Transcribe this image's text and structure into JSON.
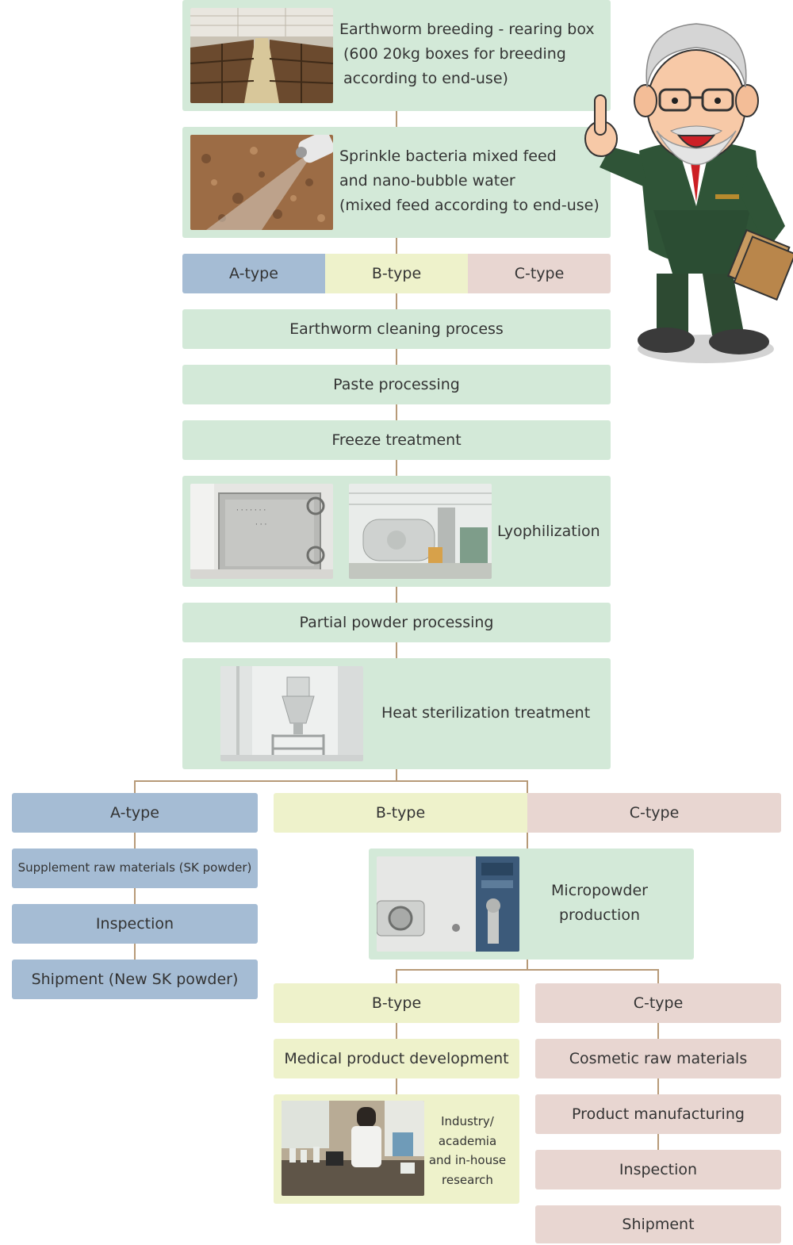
{
  "colors": {
    "process_green": "#d3e9d8",
    "a_type_blue": "#a5bcd4",
    "b_type_yellow": "#eef2cb",
    "c_type_pink": "#e8d6d1",
    "connector": "#b79a78"
  },
  "steps": {
    "breeding": {
      "line1": "Earthworm breeding - rearing box",
      "line2": "(600 20kg boxes for breeding",
      "line3": "according to end-use)"
    },
    "sprinkle": {
      "line1": "Sprinkle bacteria mixed feed",
      "line2": "and nano-bubble water",
      "line3": "(mixed feed according to end-use)"
    },
    "types_top": {
      "a": "A-type",
      "b": "B-type",
      "c": "C-type"
    },
    "cleaning": "Earthworm cleaning process",
    "paste": "Paste processing",
    "freeze": "Freeze treatment",
    "lyophilization": "Lyophilization",
    "partial_powder": "Partial powder processing",
    "heat_sterilization": "Heat sterilization treatment"
  },
  "branch_a": {
    "type": "A-type",
    "supplement": "Supplement raw materials (SK powder)",
    "inspection": "Inspection",
    "shipment": "Shipment (New SK powder)"
  },
  "branch_b": {
    "type": "B-type"
  },
  "branch_c": {
    "type": "C-type"
  },
  "micropowder": {
    "line1": "Micropowder",
    "line2": "production"
  },
  "sub_b": {
    "type": "B-type",
    "medical": "Medical product development",
    "research": {
      "line1": "Industry/",
      "line2": "academia",
      "line3": "and in-house",
      "line4": "research"
    }
  },
  "sub_c": {
    "type": "C-type",
    "cosmetic": "Cosmetic raw materials",
    "manufacturing": "Product manufacturing",
    "inspection": "Inspection",
    "shipment": "Shipment"
  },
  "icons": {
    "rearing_photo": "rearing-box-photo",
    "sprinkle_photo": "sprinkler-photo",
    "vacuum_dryer_photo": "vacuum-dryer-photo",
    "factory_photo": "factory-machinery-photo",
    "sterilizer_photo": "sterilizer-photo",
    "micropowder_photo": "micropowder-machine-photo",
    "lab_photo": "laboratory-photo",
    "mascot": "professor-mascot-illustration"
  }
}
